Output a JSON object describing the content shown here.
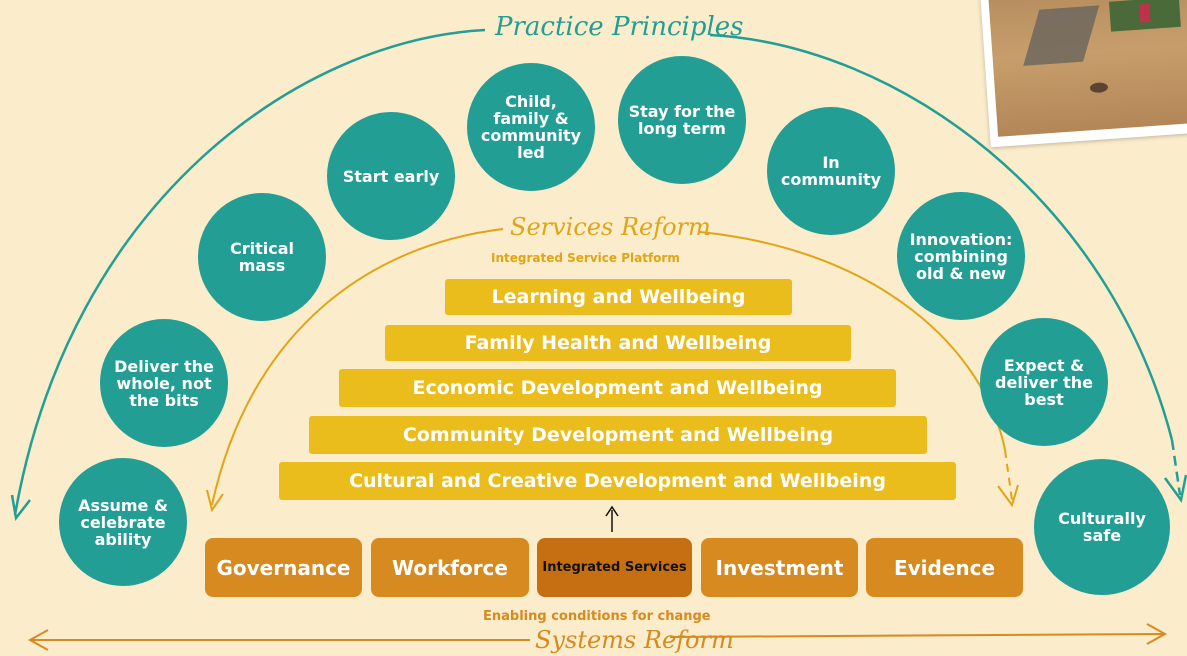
{
  "practice_principles": {
    "title": "Practice Principles",
    "items": [
      "Assume & celebrate ability",
      "Deliver the whole, not the bits",
      "Critical mass",
      "Start early",
      "Child, family & community led",
      "Stay for the long term",
      "In community",
      "Innovation: combining old & new",
      "Expect & deliver the best",
      "Culturally safe"
    ]
  },
  "services_reform": {
    "title": "Services Reform",
    "subtitle": "Integrated Service Platform",
    "layers": [
      "Learning and Wellbeing",
      "Family Health and Wellbeing",
      "Economic Development and Wellbeing",
      "Community Development and Wellbeing",
      "Cultural and Creative Development and Wellbeing"
    ]
  },
  "enabling_conditions": {
    "items": [
      "Governance",
      "Workforce",
      "Integrated Services",
      "Investment",
      "Evidence"
    ],
    "caption": "Enabling conditions for change"
  },
  "systems_reform": {
    "title": "Systems Reform"
  },
  "colors": {
    "background": "#fbeccb",
    "teal": "#239e95",
    "gold": "#ebbd1c",
    "orange": "#d68a1f",
    "dark_orange": "#c56f12"
  }
}
